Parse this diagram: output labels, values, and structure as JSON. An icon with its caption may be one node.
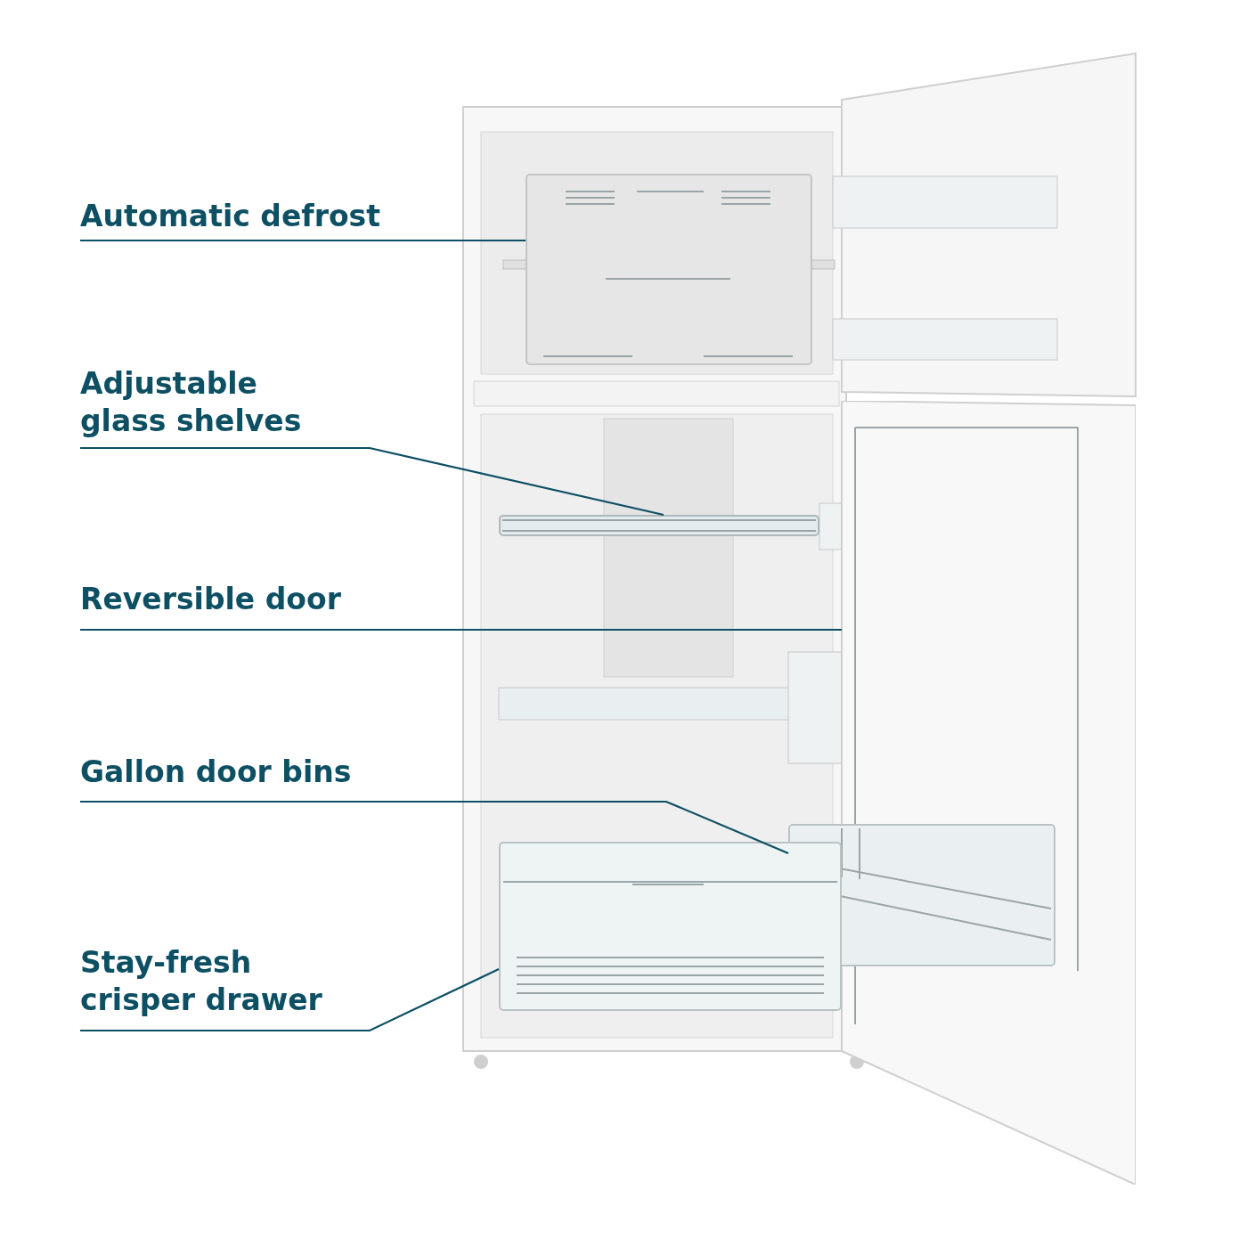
{
  "diagram": {
    "nodes": [
      {
        "text": [
          "Automatic defrost"
        ]
      },
      {
        "text": [],
        "shape": "picture"
      },
      {
        "text": [
          "Adjustable glass shelves"
        ]
      },
      {
        "text": [],
        "shape": "picture"
      },
      {
        "text": [
          "Reversible door"
        ]
      },
      {
        "text": [],
        "shape": "picture"
      },
      {
        "text": [
          "Gallon door bins"
        ]
      },
      {
        "text": [],
        "shape": "picture"
      },
      {
        "text": [
          "Stay-fresh crisper drawer"
        ]
      },
      {
        "text": [],
        "shape": "picture"
      }
    ],
    "edges": [
      {
        "from": 0,
        "to": 1,
        "arrow": "none"
      },
      {
        "from": 2,
        "to": 3,
        "arrow": "none"
      },
      {
        "from": 4,
        "to": 5,
        "arrow": "none"
      },
      {
        "from": 6,
        "to": 7,
        "arrow": "none"
      },
      {
        "from": 8,
        "to": 9,
        "arrow": "none"
      }
    ]
  }
}
